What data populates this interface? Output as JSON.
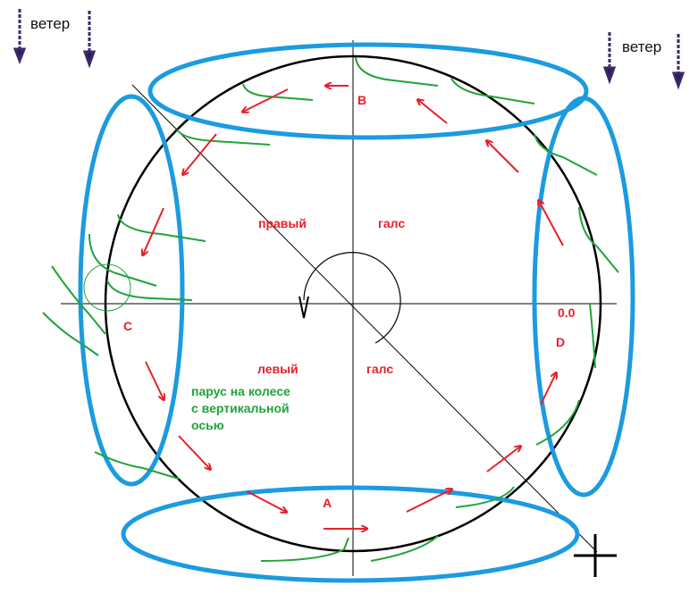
{
  "wind_labels": {
    "left": "ветер",
    "right": "ветер"
  },
  "points": {
    "A": "A",
    "B": "B",
    "C": "C",
    "D": "D"
  },
  "tack_labels": {
    "right_word1": "правый",
    "right_word2": "галс",
    "left_word1": "левый",
    "left_word2": "галс"
  },
  "zero_label": "0.0",
  "caption": {
    "line1": "парус на колесе",
    "line2": "с вертикальной",
    "line3": "осью"
  },
  "colors": {
    "ellipse": "#1b9be0",
    "arrow": "#e8202a",
    "sail": "#21a33a",
    "axis": "#000000",
    "wind_arrow": "#3a2a6a"
  }
}
